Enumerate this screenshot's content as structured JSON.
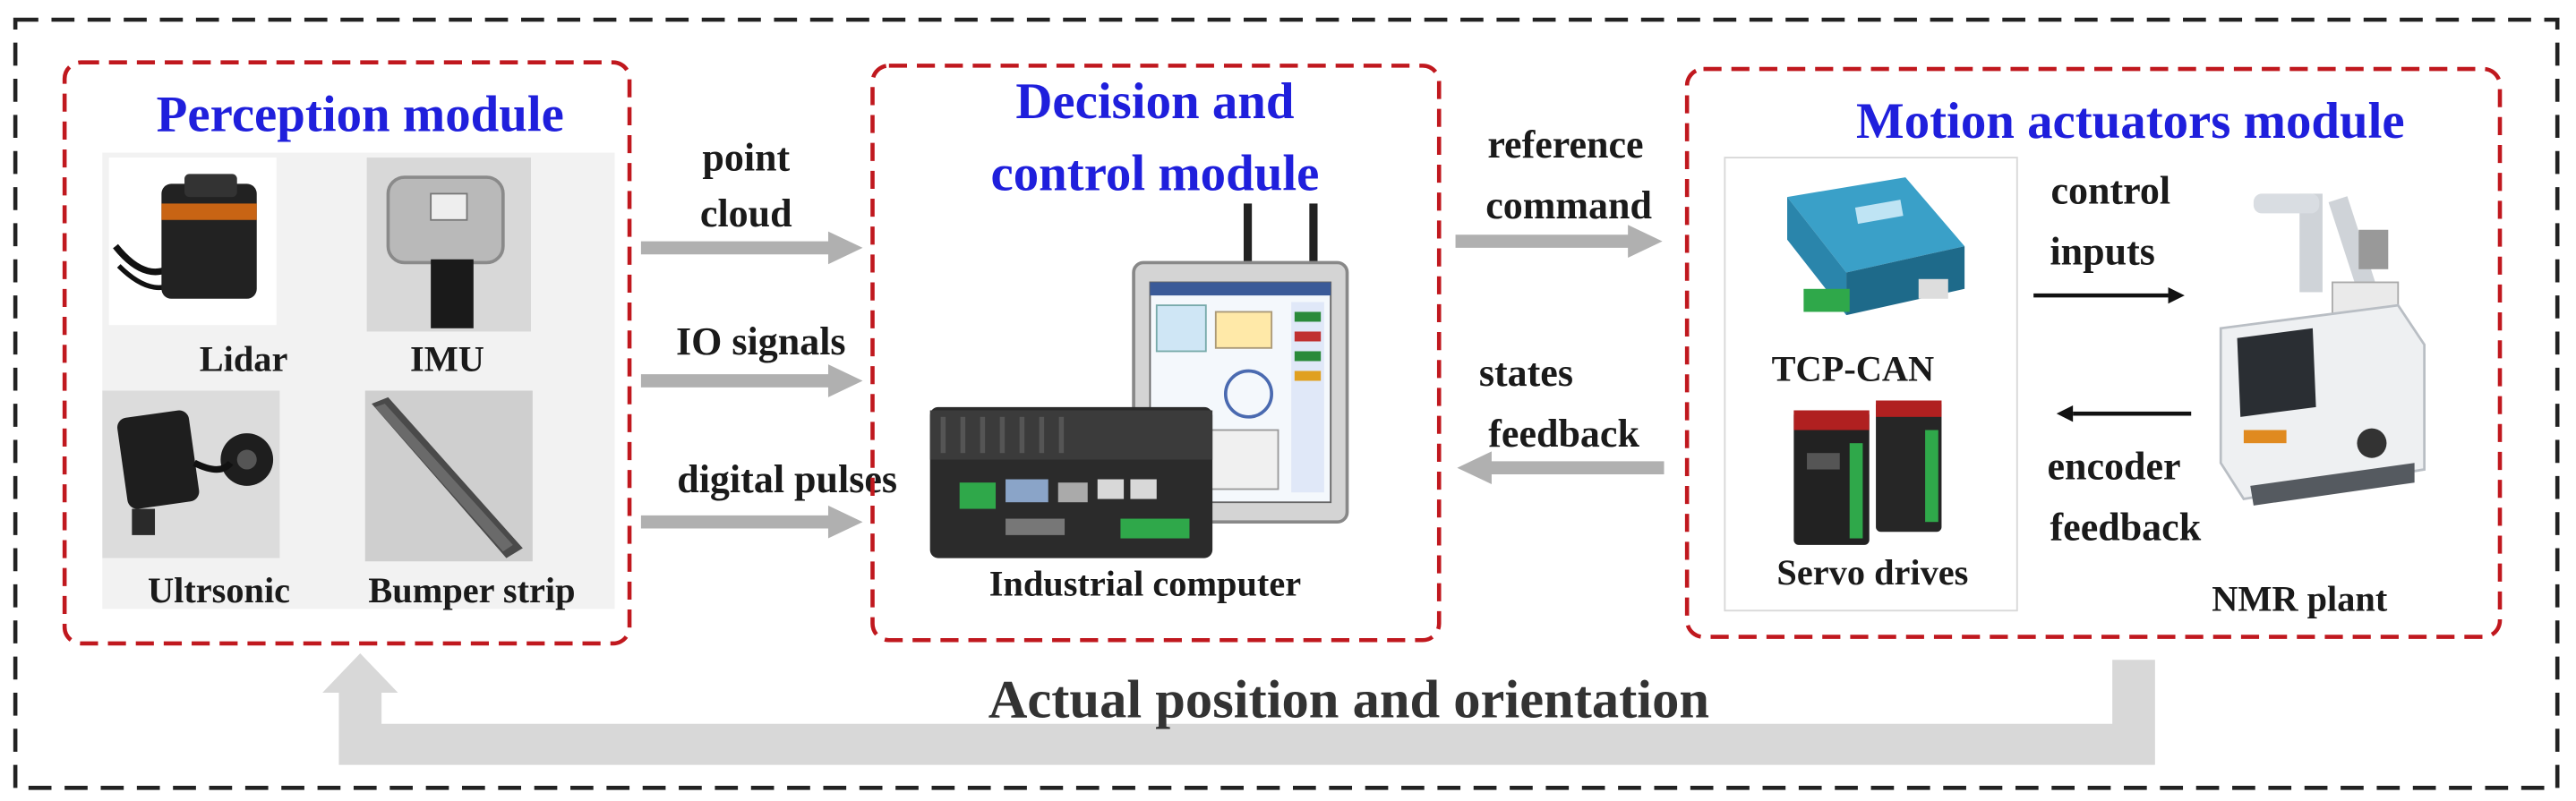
{
  "modules": {
    "perception": {
      "title": "Perception module",
      "sensors": [
        "Lidar",
        "IMU",
        "Ultrsonic",
        "Bumper strip"
      ]
    },
    "decision": {
      "title_line1": "Decision and",
      "title_line2": "control module",
      "device_label": "Industrial computer"
    },
    "actuators": {
      "title": "Motion actuators module",
      "tcp_label": "TCP-CAN",
      "servo_label": "Servo drives",
      "plant_label": "NMR plant"
    }
  },
  "links": {
    "point_cloud_1": "point",
    "point_cloud_2": "cloud",
    "io_signals": "IO signals",
    "digital_pulses": "digital pulses",
    "reference_1": "reference",
    "reference_2": "command",
    "states_1": "states",
    "states_2": "feedback",
    "control_1": "control",
    "control_2": "inputs",
    "encoder_1": "encoder",
    "encoder_2": "feedback"
  },
  "feedback_label": "Actual position and orientation",
  "colors": {
    "module_border": "#c0181e",
    "title": "#1f1fdc",
    "outer_border": "#222222",
    "arrow": "#b0b0b0"
  }
}
